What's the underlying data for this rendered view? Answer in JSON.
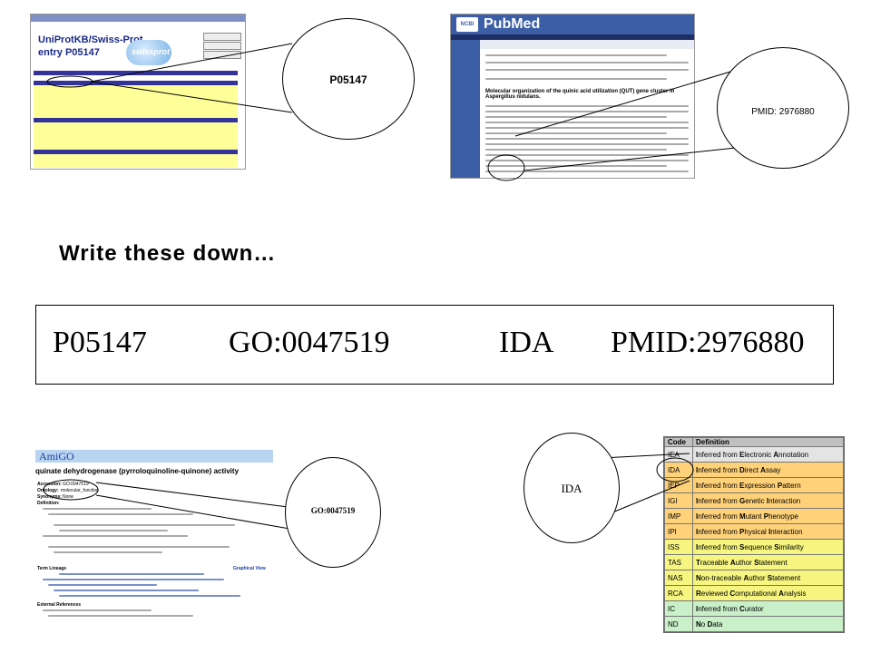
{
  "instruction": "Write these down…",
  "ids": [
    {
      "label": "P05147"
    },
    {
      "label": "GO:0047519"
    },
    {
      "label": "IDA"
    },
    {
      "label": "PMID:2976880"
    }
  ],
  "callouts": {
    "uniprot": "P05147",
    "pubmed": "PMID: 2976880",
    "amigo": "GO:0047519",
    "evidence": "IDA"
  },
  "uniprot": {
    "title_line1": "UniProtKB/Swiss-Prot",
    "title_line2": "entry P05147",
    "logo_text": "swissprot"
  },
  "pubmed": {
    "header_logo": "PubMed",
    "ncbi": "NCBI",
    "article_title": "Molecular organization of the quinic acid utilization (QUT) gene cluster in Aspergillus nidulans."
  },
  "amigo": {
    "logo": "AmiGO",
    "term_name": "quinate dehydrogenase (pyrroloquinoline-quinone) activity",
    "accession_label": "Accession:",
    "accession_value": "GO:0047519",
    "ontology_label": "Ontology:",
    "ontology_value": "molecular_function",
    "synonyms_label": "Synonyms:",
    "synonyms_value": "None",
    "definition_label": "Definition:",
    "term_lineage_label": "Term Lineage",
    "graphical_view": "Graphical View",
    "external_refs_label": "External References"
  },
  "evidence_table": {
    "headers": [
      "Code",
      "Definition"
    ],
    "rows": [
      {
        "code": "IEA",
        "prefix": "I",
        "rest": "nferred from ",
        "b1": "E",
        "r1": "lectronic ",
        "b2": "A",
        "r2": "nnotation"
      },
      {
        "code": "IDA",
        "prefix": "I",
        "rest": "nferred from ",
        "b1": "D",
        "r1": "irect ",
        "b2": "A",
        "r2": "ssay"
      },
      {
        "code": "IEP",
        "prefix": "I",
        "rest": "nferred from ",
        "b1": "E",
        "r1": "xpression ",
        "b2": "P",
        "r2": "attern"
      },
      {
        "code": "IGI",
        "prefix": "I",
        "rest": "nferred from ",
        "b1": "G",
        "r1": "enetic ",
        "b2": "I",
        "r2": "nteraction"
      },
      {
        "code": "IMP",
        "prefix": "I",
        "rest": "nferred from ",
        "b1": "M",
        "r1": "utant ",
        "b2": "P",
        "r2": "henotype"
      },
      {
        "code": "IPI",
        "prefix": "I",
        "rest": "nferred from ",
        "b1": "P",
        "r1": "hysical ",
        "b2": "I",
        "r2": "nteraction"
      },
      {
        "code": "ISS",
        "prefix": "I",
        "rest": "nferred from ",
        "b1": "S",
        "r1": "equence ",
        "b2": "S",
        "r2": "imilarity"
      },
      {
        "code": "TAS",
        "prefix": "T",
        "rest": "raceable ",
        "b1": "A",
        "r1": "uthor ",
        "b2": "S",
        "r2": "tatement"
      },
      {
        "code": "NAS",
        "prefix": "N",
        "rest": "on-traceable ",
        "b1": "A",
        "r1": "uthor ",
        "b2": "S",
        "r2": "tatement"
      },
      {
        "code": "RCA",
        "prefix": "R",
        "rest": "eviewed ",
        "b1": "C",
        "r1": "omputational ",
        "b2": "A",
        "r2": "nalysis"
      },
      {
        "code": "IC",
        "prefix": "I",
        "rest": "nferred from ",
        "b1": "C",
        "r1": "urator",
        "b2": "",
        "r2": ""
      },
      {
        "code": "ND",
        "prefix": "N",
        "rest": "o ",
        "b1": "D",
        "r1": "ata",
        "b2": "",
        "r2": ""
      }
    ],
    "row_colors": [
      "#e4e4e4",
      "#ffd27a",
      "#ffd27a",
      "#ffd27a",
      "#ffd27a",
      "#ffd27a",
      "#f5f580",
      "#f5f580",
      "#f5f580",
      "#f5f580",
      "#c9f0c9",
      "#c9f0c9"
    ]
  }
}
